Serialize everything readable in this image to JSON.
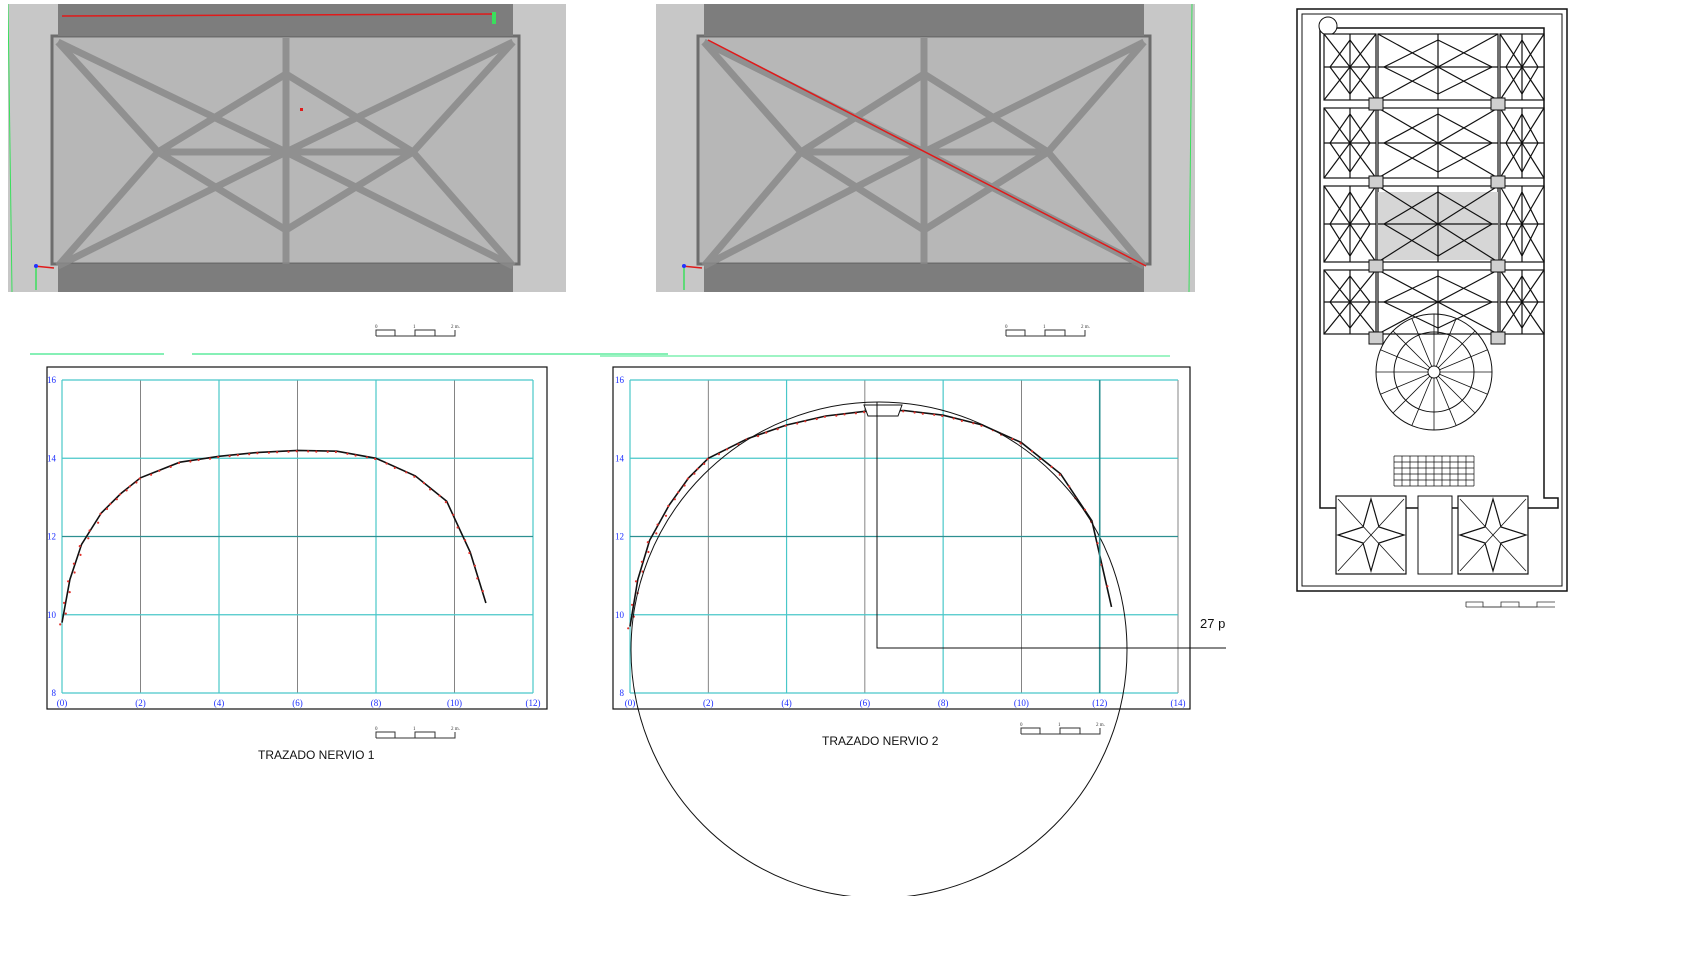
{
  "captions": {
    "nervio1": "TRAZADO NERVIO 1",
    "nervio2": "TRAZADO NERVIO 2",
    "radius_note": "27 p"
  },
  "scale_bar": {
    "start": "0",
    "mid": "1",
    "end": "2 m."
  },
  "colors": {
    "grid": "#49c7c9",
    "grid_dark": "#2d8f91",
    "tick_labels": "#1a2cff",
    "trace_points": "#e0312b",
    "scan_line": "#e01a1a",
    "floor_plan_highlight": "#d6d6d6"
  },
  "chart_data": [
    {
      "type": "line",
      "title": "",
      "caption": "TRAZADO NERVIO 1",
      "xlabel": "",
      "ylabel": "",
      "x_ticks": [
        "(0)",
        "(2)",
        "(4)",
        "(6)",
        "(8)",
        "(10)",
        "(12)"
      ],
      "y_ticks": [
        "8",
        "10",
        "12",
        "14",
        "16"
      ],
      "xlim": [
        0,
        12
      ],
      "ylim": [
        8,
        16
      ],
      "grid": true,
      "series": [
        {
          "x": [
            0,
            0.2,
            0.5,
            1,
            1.5,
            2,
            3,
            4,
            5,
            6,
            7,
            8,
            9,
            9.8,
            10.4,
            10.8
          ],
          "y": [
            9.8,
            10.9,
            11.8,
            12.6,
            13.1,
            13.5,
            13.9,
            14.05,
            14.15,
            14.2,
            14.18,
            14.0,
            13.55,
            12.9,
            11.6,
            10.3
          ]
        }
      ]
    },
    {
      "type": "line",
      "title": "",
      "caption": "TRAZADO NERVIO 2",
      "xlabel": "",
      "ylabel": "",
      "x_ticks": [
        "(0)",
        "(2)",
        "(4)",
        "(6)",
        "(8)",
        "(10)",
        "(12)",
        "(14)"
      ],
      "y_ticks": [
        "8",
        "10",
        "12",
        "14",
        "16"
      ],
      "xlim": [
        0,
        14
      ],
      "ylim": [
        8,
        16
      ],
      "grid": true,
      "series": [
        {
          "x": [
            0,
            0.2,
            0.5,
            1,
            1.5,
            2,
            3,
            4,
            5,
            6,
            7,
            8,
            9,
            10,
            11,
            11.8,
            12.3
          ],
          "y": [
            9.7,
            10.9,
            11.9,
            12.8,
            13.5,
            14.0,
            14.5,
            14.85,
            15.08,
            15.2,
            15.22,
            15.1,
            14.85,
            14.4,
            13.6,
            12.4,
            10.2
          ]
        }
      ]
    }
  ]
}
